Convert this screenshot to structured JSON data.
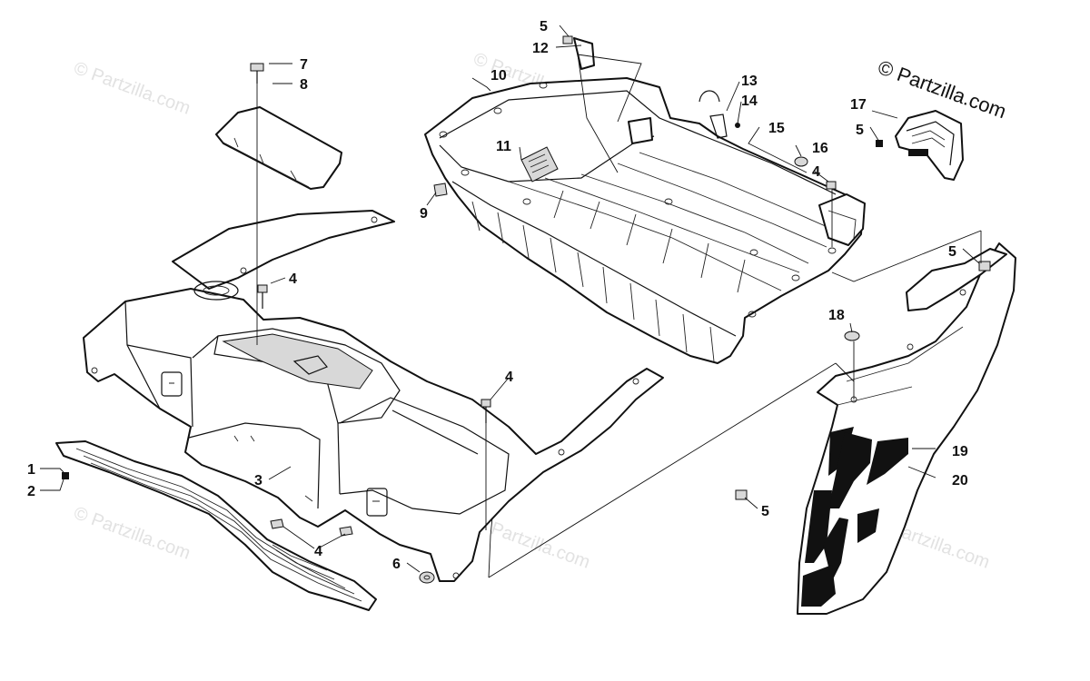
{
  "copyright": "© Partzilla.com",
  "watermark": "© Partzilla.com",
  "callouts": {
    "c7": "7",
    "c8": "8",
    "c4a": "4",
    "c5a": "5",
    "c12": "12",
    "c10": "10",
    "c13": "13",
    "c14": "14",
    "c15": "15",
    "c11": "11",
    "c16": "16",
    "c4b": "4",
    "c9": "9",
    "c17": "17",
    "c5b": "5",
    "c5c": "5",
    "c18": "18",
    "c4c": "4",
    "c1": "1",
    "c2": "2",
    "c3": "3",
    "c4d": "4",
    "c6": "6",
    "c19": "19",
    "c20": "20",
    "c5d": "5"
  },
  "colors": {
    "line": "#111111",
    "watermark": "#e2e2e2",
    "background": "#ffffff"
  }
}
